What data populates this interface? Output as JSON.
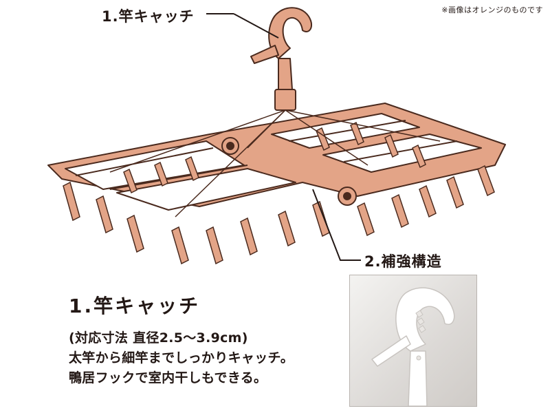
{
  "note": "※画像はオレンジのものです",
  "callouts": {
    "pole_catch": "1.竿キャッチ",
    "reinforcement": "2.補強構造"
  },
  "feature": {
    "title": "1.竿キャッチ",
    "lines": [
      "(対応寸法 直径2.5〜3.9cm)",
      "太竿から細竿までしっかりキャッチ。",
      "鴨居フックで室内干しもできる。"
    ]
  },
  "colors": {
    "hanger_fill": "#e3a487",
    "hanger_stroke": "#4a2a1e",
    "text": "#231815",
    "photo_hook": "#ffffff"
  },
  "icons": {
    "main": "hanger-illustration-icon",
    "photo": "hook-photo-icon"
  }
}
